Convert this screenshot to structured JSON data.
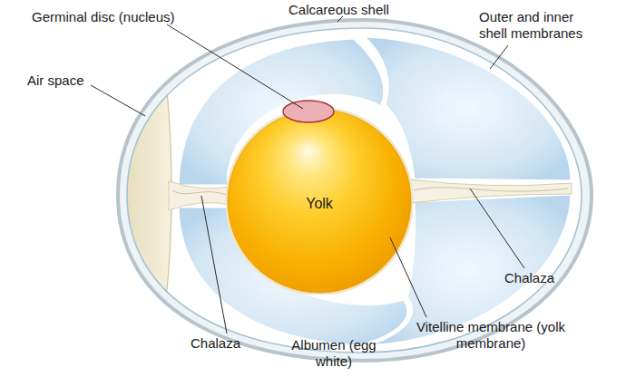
{
  "diagram": {
    "nodes": [
      {
        "text": [
          "Yolk"
        ]
      }
    ],
    "labels": [
      "Germinal disc (nucleus)",
      "Calcareous shell",
      "Outer and inner shell membranes",
      "Air space",
      "Chalaza",
      "Vitelline membrane (yolk membrane)",
      "Chalaza",
      "Albumen (egg white)"
    ]
  }
}
